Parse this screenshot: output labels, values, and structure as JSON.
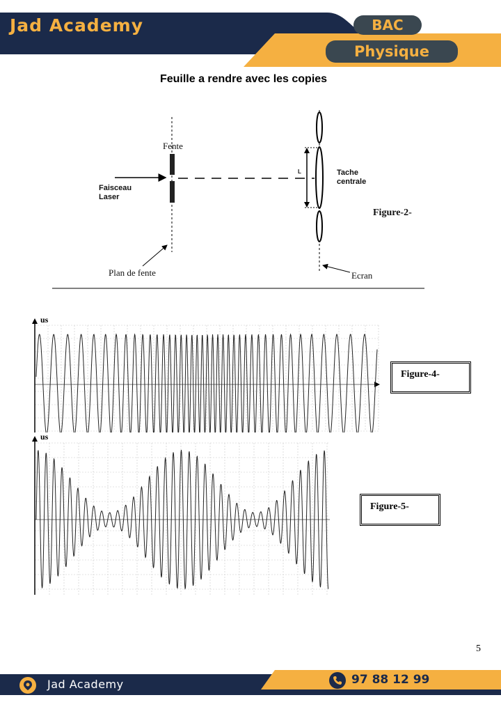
{
  "header": {
    "brand": "Jad Academy",
    "badge_bac": "BAC",
    "badge_subject": "Physique",
    "colors": {
      "navy": "#1b2a4a",
      "gold": "#f5b041",
      "pill": "#3a4750"
    }
  },
  "sheet_title": "Feuille a rendre avec les copies",
  "figure2": {
    "label_fente": "Fente",
    "label_faisceau_line1": "Faisceau",
    "label_faisceau_line2": "Laser",
    "label_L": "L",
    "label_tache_line1": "Tache",
    "label_tache_line2": "centrale",
    "caption": "Figure-2-",
    "label_plan": "Plan de fente",
    "label_ecran": "Ecran"
  },
  "figure4": {
    "axis_label": "us",
    "caption": "Figure-4-"
  },
  "figure5": {
    "axis_label": "us",
    "caption": "Figure-5-"
  },
  "page_number": "5",
  "footer": {
    "brand": "Jad Academy",
    "phone": "97 88 12 99",
    "icons": [
      "logo-icon",
      "phone-icon"
    ]
  }
}
